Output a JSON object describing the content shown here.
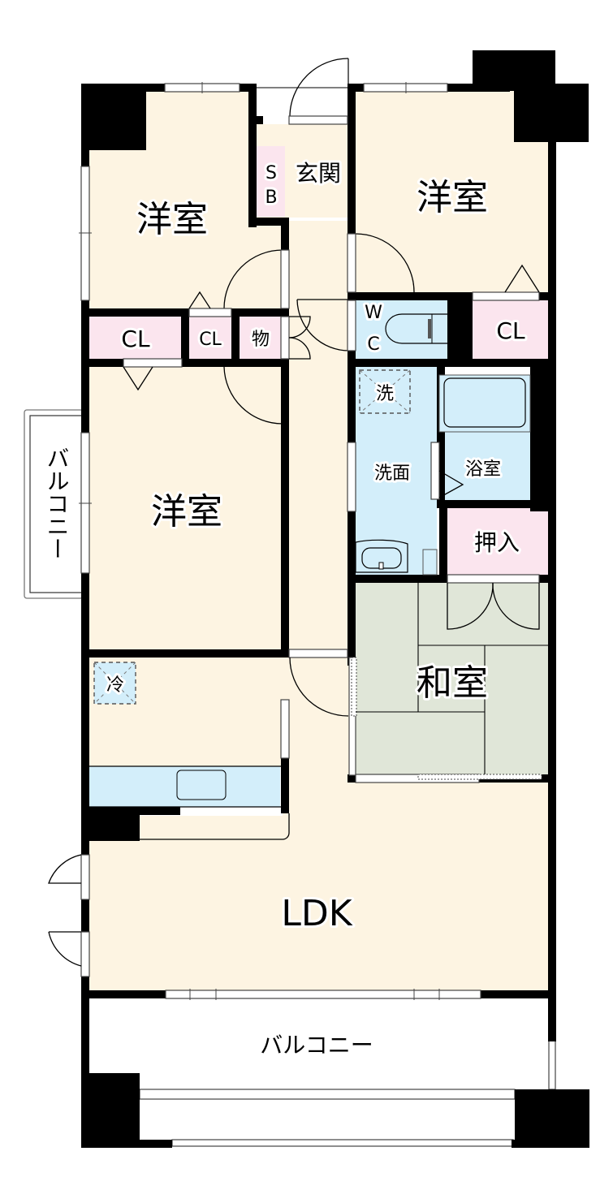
{
  "floor_plan": {
    "colors": {
      "living_floor": "#fdf4e2",
      "closet_floor": "#fbe5ee",
      "wet_floor": "#d3eefa",
      "tatami_floor": "#e0e6d8",
      "wall": "#000000",
      "exterior": "#ffffff"
    },
    "rooms": {
      "western_top_left": "洋室",
      "western_top_right": "洋室",
      "western_middle_left": "洋室",
      "entrance": "玄関",
      "shoe_box_s": "S",
      "shoe_box_b": "B",
      "closet_left": "CL",
      "closet_center": "CL",
      "closet_right": "CL",
      "storage": "物",
      "toilet_w": "W",
      "toilet_c": "C",
      "washer_space": "洗",
      "washroom": "洗面",
      "bathroom": "浴室",
      "oshiire": "押入",
      "japanese_room": "和室",
      "fridge_space": "冷",
      "ldk": "LDK",
      "balcony_side": "バルコニー",
      "balcony_bottom": "バルコニー"
    }
  }
}
